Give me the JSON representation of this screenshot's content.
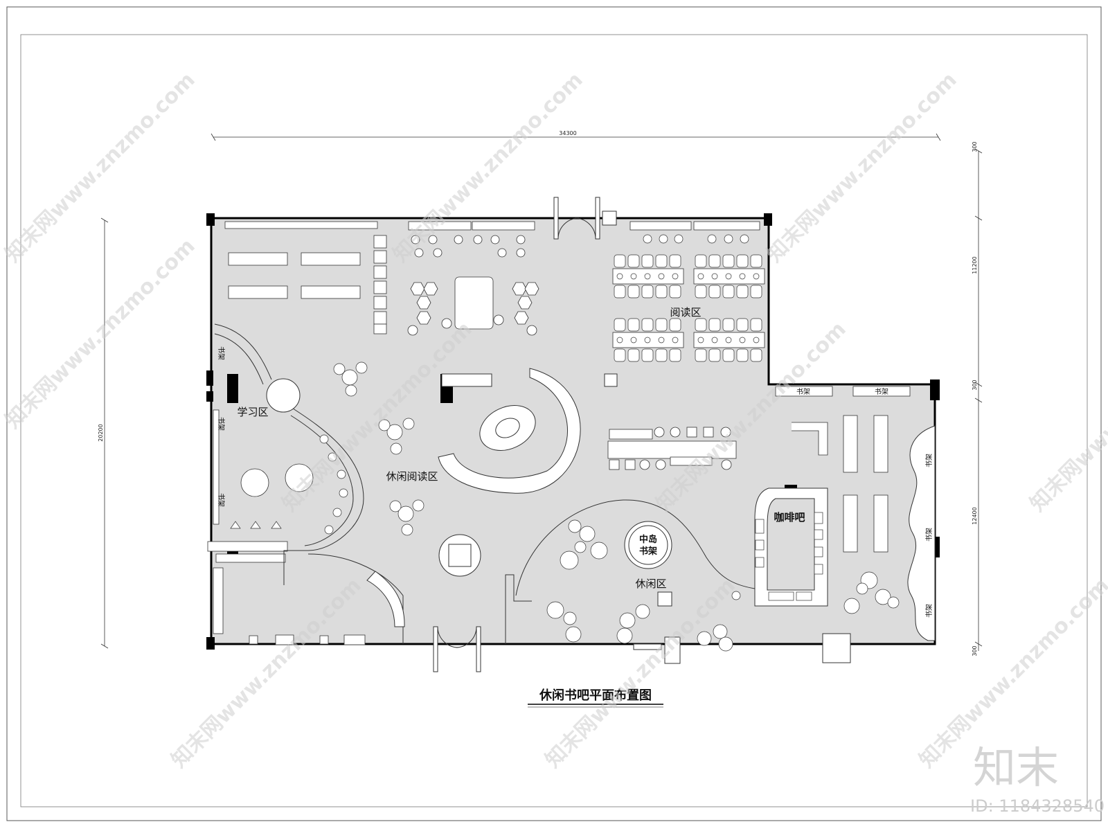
{
  "drawing": {
    "title": "休闲书吧平面布置图"
  },
  "zones": {
    "reading": "阅读区",
    "study": "学习区",
    "leisure_reading": "休闲阅读区",
    "leisure": "休闲区",
    "coffee_bar": "咖啡吧",
    "island_shelf_line1": "中岛",
    "island_shelf_line2": "书架"
  },
  "labels": {
    "bookshelf": "书架"
  },
  "dimensions": {
    "top_width": "34300",
    "left_height": "20200",
    "right_top_1": "300",
    "right_top_2": "11200",
    "right_mid": "300",
    "right_bottom_1": "12400",
    "right_bottom_2": "300"
  },
  "watermark": {
    "text": "知末网www.znzmo.com",
    "brand": "知末",
    "id": "ID: 1184328540"
  },
  "colors": {
    "floor": "#dcdcdc",
    "wall": "#000000",
    "line": "#333333"
  }
}
